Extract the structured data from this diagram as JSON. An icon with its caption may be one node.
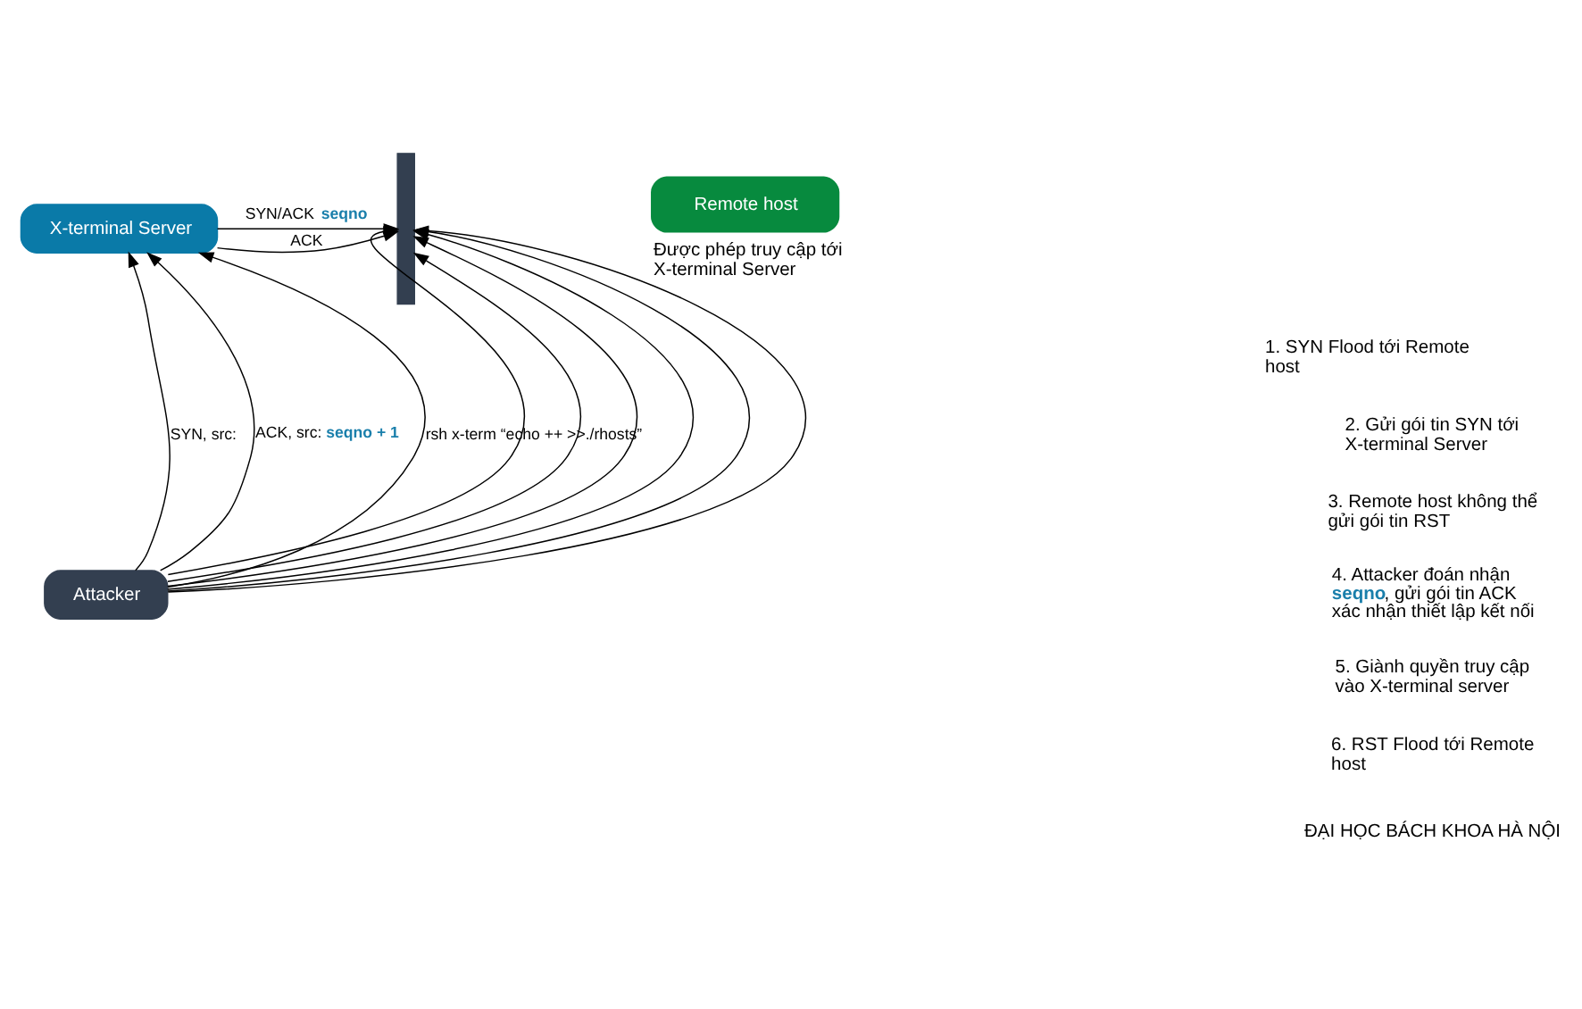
{
  "diagram": {
    "nodes": [
      {
        "text": [
          "X-terminal Server"
        ]
      },
      {
        "text": [],
        "shape": "bar"
      },
      {
        "text": [
          "Remote host"
        ],
        "beside": [
          "Được phép truy cập tới X-terminal Server"
        ]
      },
      {
        "text": [
          "Attacker"
        ]
      }
    ],
    "edges": [
      {
        "from": 0,
        "to": 1,
        "arrow": "to",
        "label": "SYN/ACK **seqno**"
      },
      {
        "from": 0,
        "to": 1,
        "arrow": "to",
        "label": "ACK"
      },
      {
        "from": 3,
        "to": 0,
        "arrow": "to",
        "label": "SYN, src:"
      },
      {
        "from": 3,
        "to": 0,
        "arrow": "to",
        "label": "ACK, src: **seqno + 1**"
      },
      {
        "from": 3,
        "to": 0,
        "arrow": "to",
        "label": "rsh x-term “echo ++ >>./rhosts”"
      },
      {
        "from": 3,
        "to": 1,
        "arrow": "to"
      },
      {
        "from": 3,
        "to": 1,
        "arrow": "to"
      },
      {
        "from": 3,
        "to": 1,
        "arrow": "to"
      },
      {
        "from": 3,
        "to": 1,
        "arrow": "to"
      },
      {
        "from": 3,
        "to": 1,
        "arrow": "to"
      },
      {
        "from": 3,
        "to": 1,
        "arrow": "to"
      }
    ],
    "labels": [
      "1. SYN Flood tới Remote host",
      "2. Gửi gói tin SYN tới X-terminal Server",
      "3. Remote host không thể gửi gói tin RST",
      "4. Attacker đoán nhận **seqno**, gửi gói tin ACK xác nhận thiết lập kết nối",
      "5. Giành quyền truy cập vào X-terminal server",
      "6. RST Flood tới Remote host",
      "ĐẠI HỌC BÁCH KHOA HÀ NỘI"
    ]
  }
}
